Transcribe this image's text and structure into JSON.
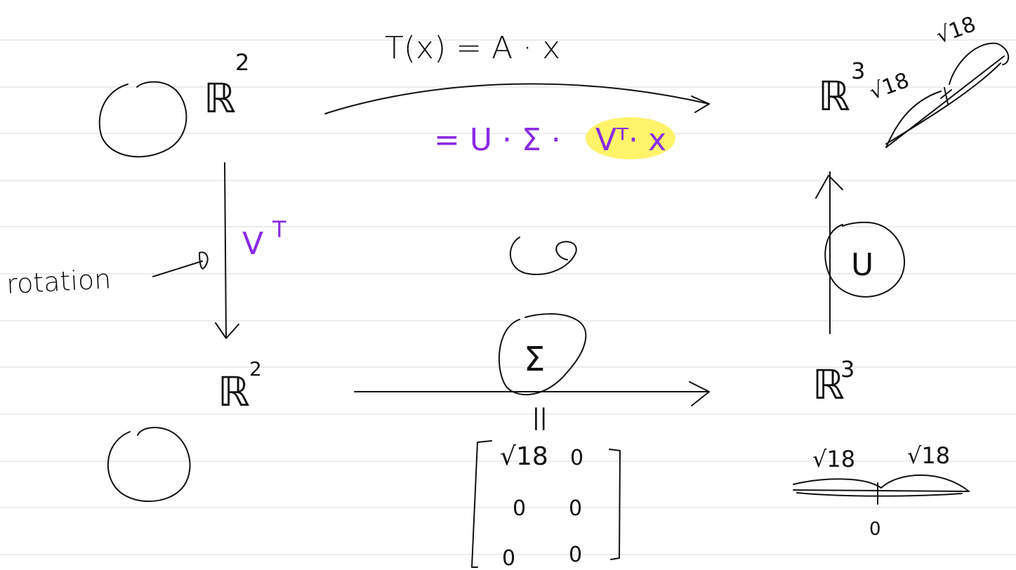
{
  "paper": {
    "rule_color": "#d9d9d9",
    "ink_color": "#111111",
    "purple_ink": "#8a2be2",
    "highlight_color": "#fff36a"
  },
  "labels": {
    "top_left_space": "ℝ",
    "top_left_exp": "2",
    "top_right_space": "ℝ",
    "top_right_exp": "3",
    "bottom_left_space": "ℝ",
    "bottom_left_exp": "2",
    "bottom_right_space": "ℝ",
    "bottom_right_exp": "3",
    "transform_eq": "T(x) = A · x",
    "svd_eq_prefix": "= U · Σ · ",
    "svd_eq_highlight": "Vᵀ· x",
    "vt_label": "V",
    "vt_sup": "T",
    "rotation_note": "rotation",
    "u_label": "U",
    "sigma_label": "Σ",
    "equals_vertical": "||",
    "sqrt18": "√18",
    "zero": "0",
    "commute_symbol": "↺"
  },
  "matrix": {
    "rows": [
      [
        "√18",
        "0"
      ],
      [
        "0",
        "0"
      ],
      [
        "0",
        "0"
      ]
    ]
  }
}
